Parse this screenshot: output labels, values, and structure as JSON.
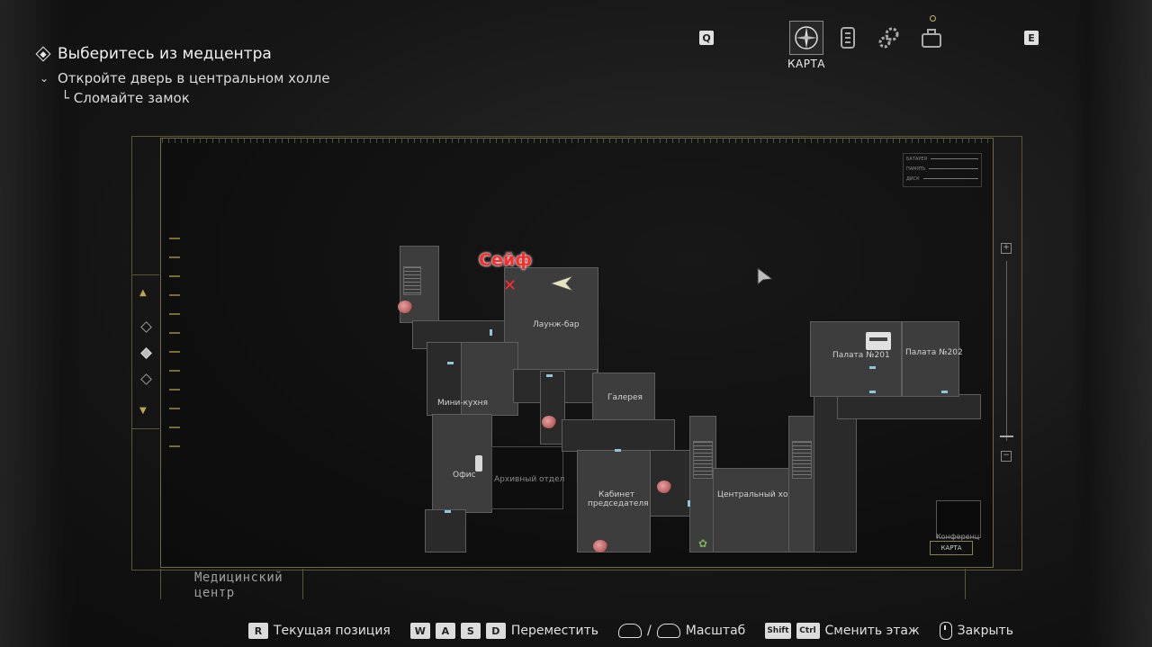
{
  "objectives": {
    "main": "Выберитесь из медцентра",
    "sub": "Откройте дверь в центральном холле",
    "subsub": "└ Сломайте замок"
  },
  "tabs": {
    "prev_key": "Q",
    "next_key": "E",
    "active_label": "КАРТА",
    "items": [
      "map-icon",
      "files-icon",
      "upgrades-icon",
      "inventory-icon"
    ]
  },
  "map": {
    "legend": [
      "БАТАРЕЯ",
      "ПАМЯТЬ",
      "ДИСК"
    ],
    "safe_label": "Сейф",
    "safe_marker": "✕",
    "rooms": {
      "lounge": "Лаунж-бар",
      "mini_kitchen": "Мини-кухня",
      "gallery": "Галерея",
      "office": "Офис",
      "archive": "Архивный отдел",
      "chairman_1": "Кабинет",
      "chairman_2": "председателя",
      "central_hall": "Центральный холл",
      "ward201": "Палата №201",
      "ward202": "Палата №202",
      "conference": "Конференц"
    },
    "mini_button": "КАРТА",
    "area_line1": "Медицинский",
    "area_line2": "центр"
  },
  "controls": {
    "current_key": "R",
    "current_label": "Текущая позиция",
    "move_keys": [
      "W",
      "A",
      "S",
      "D"
    ],
    "move_label": "Переместить",
    "zoom_sep": "/",
    "zoom_label": "Масштаб",
    "floor_keys": [
      "Shift",
      "Ctrl"
    ],
    "floor_label": "Сменить этаж",
    "close_label": "Закрыть"
  },
  "colors": {
    "accent": "#6e6a45",
    "safe": "#ff2b2b",
    "door": "#8fc5d8"
  }
}
